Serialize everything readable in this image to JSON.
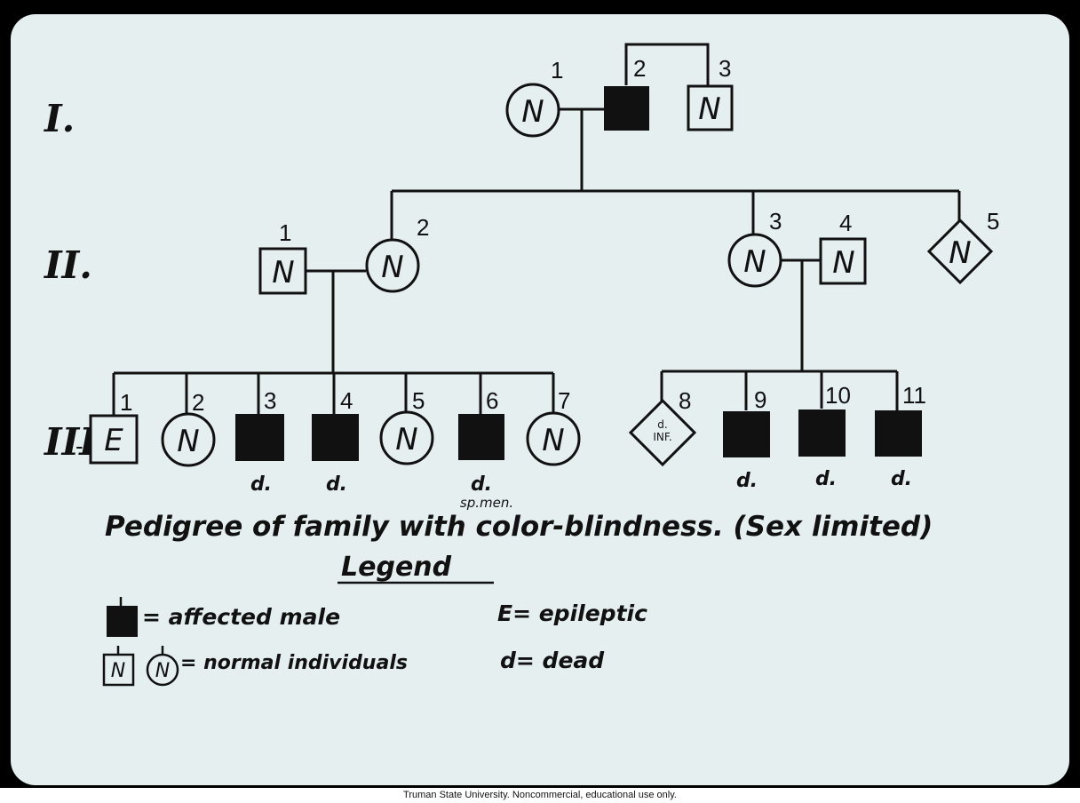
{
  "generations": [
    {
      "label": "I.",
      "members": [
        {
          "num": "1",
          "sex": "female",
          "mark": "N",
          "affected": false,
          "note": ""
        },
        {
          "num": "2",
          "sex": "male",
          "mark": "",
          "affected": true,
          "note": ""
        },
        {
          "num": "3",
          "sex": "male",
          "mark": "N",
          "affected": false,
          "note": ""
        }
      ]
    },
    {
      "label": "II.",
      "members": [
        {
          "num": "1",
          "sex": "male",
          "mark": "N",
          "affected": false,
          "note": ""
        },
        {
          "num": "2",
          "sex": "female",
          "mark": "N",
          "affected": false,
          "note": ""
        },
        {
          "num": "3",
          "sex": "female",
          "mark": "N",
          "affected": false,
          "note": ""
        },
        {
          "num": "4",
          "sex": "male",
          "mark": "N",
          "affected": false,
          "note": ""
        },
        {
          "num": "5",
          "sex": "unknown",
          "mark": "N",
          "affected": false,
          "note": ""
        }
      ]
    },
    {
      "label": "III",
      "members": [
        {
          "num": "1",
          "sex": "male",
          "mark": "E",
          "affected": false,
          "note": ""
        },
        {
          "num": "2",
          "sex": "female",
          "mark": "N",
          "affected": false,
          "note": ""
        },
        {
          "num": "3",
          "sex": "male",
          "mark": "",
          "affected": true,
          "note": "d."
        },
        {
          "num": "4",
          "sex": "male",
          "mark": "",
          "affected": true,
          "note": "d."
        },
        {
          "num": "5",
          "sex": "female",
          "mark": "N",
          "affected": false,
          "note": ""
        },
        {
          "num": "6",
          "sex": "male",
          "mark": "",
          "affected": true,
          "note": "d.",
          "subnote": "sp.men."
        },
        {
          "num": "7",
          "sex": "female",
          "mark": "N",
          "affected": false,
          "note": ""
        },
        {
          "num": "8",
          "sex": "unknown",
          "mark": "d.",
          "mark2": "INF.",
          "affected": false,
          "note": ""
        },
        {
          "num": "9",
          "sex": "male",
          "mark": "",
          "affected": true,
          "note": "d."
        },
        {
          "num": "10",
          "sex": "male",
          "mark": "",
          "affected": true,
          "note": "d."
        },
        {
          "num": "11",
          "sex": "male",
          "mark": "",
          "affected": true,
          "note": "d."
        }
      ]
    }
  ],
  "title": "Pedigree of family with color-blindness. (Sex limited)",
  "legend": {
    "heading": "Legend",
    "affected_male": "= affected male",
    "normal": "= normal individuals",
    "normal_mark": "N",
    "epileptic": "E= epileptic",
    "dead": "d= dead"
  },
  "credit": "Truman State University.  Noncommercial, educational use only.",
  "colors": {
    "slide": "#e6eff0",
    "ink": "#111111",
    "border": "#000000"
  }
}
